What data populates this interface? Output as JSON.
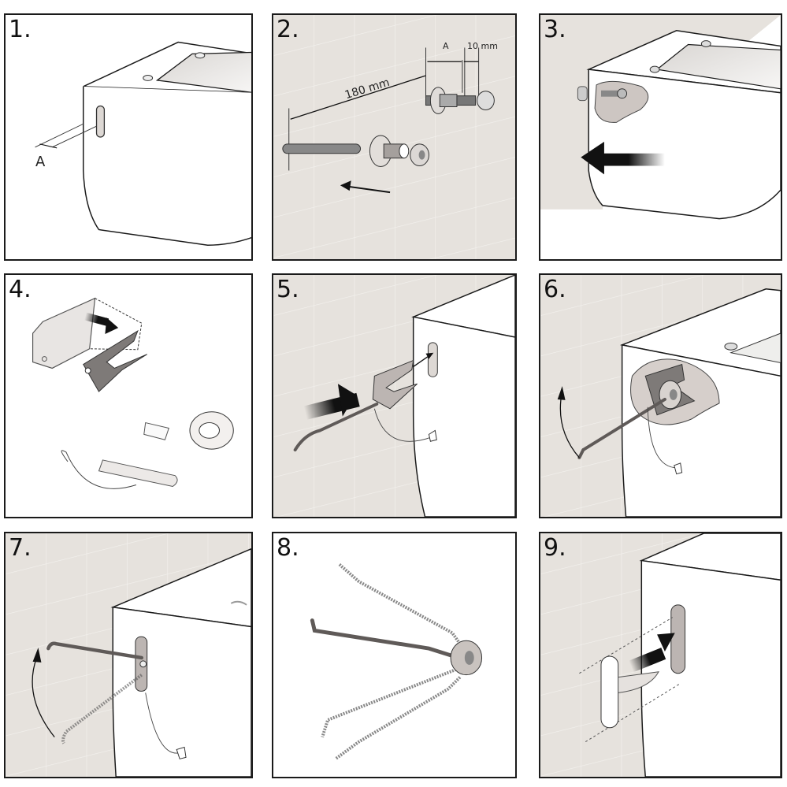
{
  "title": "Toilet seat wall-mount installation steps",
  "colors": {
    "wall": "#e6e2dd",
    "grid_line": "#f4f2ef",
    "outline": "#1a1a1a",
    "metal": "#8d8885",
    "metal_dark": "#5f5a58",
    "shim": "#7e7a78",
    "cushion": "#cfc8c4"
  },
  "panels": [
    {
      "step": "1.",
      "labels": {
        "dimension_a": "A"
      },
      "description": "Measure distance A from wall to mounting slot"
    },
    {
      "step": "2.",
      "labels": {
        "length": "180 mm",
        "dimension_a": "A",
        "offset": "10 mm"
      },
      "description": "Cut threaded rod and assemble flange and collar"
    },
    {
      "step": "3.",
      "labels": {},
      "description": "Push toilet onto bolt against wall"
    },
    {
      "step": "4.",
      "labels": {},
      "description": "Bend shim plate; tape, string and tube"
    },
    {
      "step": "5.",
      "labels": {},
      "description": "Insert shim into slot with hex key"
    },
    {
      "step": "6.",
      "labels": {},
      "description": "Rotate hex key to tighten collar"
    },
    {
      "step": "7.",
      "labels": {},
      "description": "Turn hex key upward"
    },
    {
      "step": "8.",
      "labels": {},
      "description": "Hex key positions around collar"
    },
    {
      "step": "9.",
      "labels": {},
      "description": "Press cover cap into slot"
    }
  ]
}
